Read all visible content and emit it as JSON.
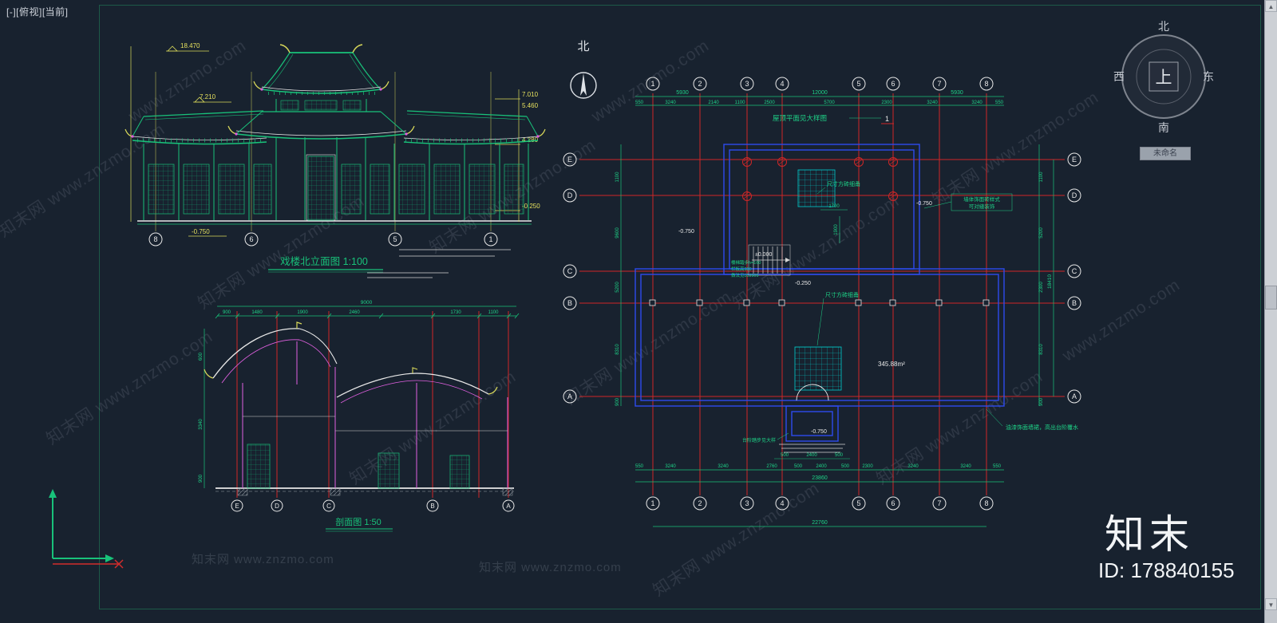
{
  "app": {
    "viewport_label": "[-][俯视][当前]"
  },
  "navcube": {
    "north": "北",
    "south": "南",
    "east": "东",
    "west": "西",
    "top": "上",
    "view_name": "未命名"
  },
  "north_symbol": {
    "label": "北"
  },
  "watermark": {
    "text": "知末网 www.znzmo.com",
    "short": "www.znzmo.com"
  },
  "brand": {
    "logo": "知末",
    "id": "ID: 178840155"
  },
  "scrollbar": {
    "up": "▲",
    "down": "▼"
  },
  "elevation": {
    "title": "戏楼北立面图 1:100",
    "levels": {
      "l18470": "18.470",
      "l7210": "7.210",
      "l7010": "7.010",
      "l5460": "5.460",
      "l4280": "4.280",
      "ln0250": "-0.250",
      "ln0750": "-0.750"
    },
    "bubbles": [
      "8",
      "6",
      "5",
      "1"
    ]
  },
  "section": {
    "title": "剖面图 1:50",
    "bubbles": [
      "E",
      "D",
      "C",
      "B",
      "A"
    ],
    "dims_top": [
      "900",
      "1480",
      "1900",
      "2460",
      "1730",
      "1100"
    ],
    "dims_total": "9000",
    "dims_left": [
      "600",
      "3340",
      "900"
    ]
  },
  "plan": {
    "bubbles_top": [
      "1",
      "2",
      "3",
      "4",
      "5",
      "6",
      "7",
      "8"
    ],
    "bubbles_bottom": [
      "1",
      "2",
      "3",
      "4",
      "5",
      "6",
      "7",
      "8"
    ],
    "bubbles_left": [
      "E",
      "D",
      "C",
      "B",
      "A"
    ],
    "bubbles_right": [
      "E",
      "D",
      "C",
      "B",
      "A"
    ],
    "dims": {
      "top_row1": [
        "5930",
        "12000",
        "5930"
      ],
      "top_row2": [
        "550",
        "3240",
        "2140",
        "1100",
        "2500",
        "5700",
        "2300",
        "3240",
        "3240",
        "550"
      ],
      "bottom_row": [
        "550",
        "3240",
        "3240",
        "2760",
        "500",
        "2400",
        "500",
        "2300",
        "3240",
        "3240",
        "550"
      ],
      "porch_row": [
        "500",
        "2400",
        "500"
      ],
      "total_23860": "23860",
      "total_22760": "22760",
      "left_col": [
        "1100",
        "9600",
        "5200",
        "8310",
        "900"
      ],
      "right_col": [
        "1100",
        "5200",
        "2300",
        "8310",
        "900"
      ],
      "right_total": "18410",
      "d1700": "1700",
      "d1900": "1900"
    },
    "levels": {
      "zero": "±0.000",
      "n025": "-0.250",
      "n075": "-0.750"
    },
    "notes": {
      "roof": "屋顶平面见大样图",
      "flag": "1",
      "brick": "尺寸方砖细甬",
      "area": "345.88m²",
      "stair1": "楼梯踏步h=160",
      "stair2": "栏板高900",
      "stair3": "做法见05J909",
      "right1": "墙体饰面砖样式",
      "right2": "可对缝装饰",
      "bottom_right": "油漆饰面墙裙，高出台阶覆水",
      "porch": "台阶踏步见大样"
    }
  }
}
